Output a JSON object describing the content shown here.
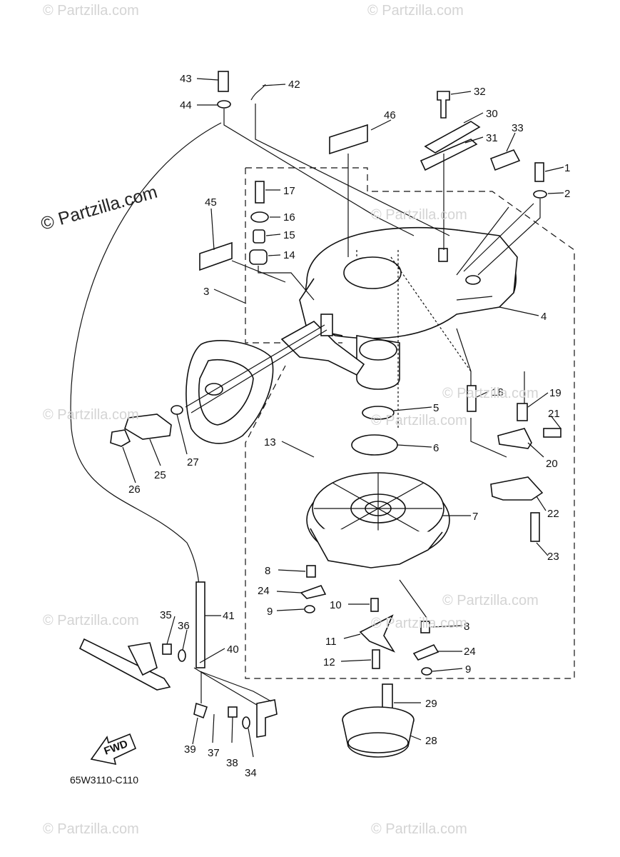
{
  "watermarks": [
    "© Partzilla.com",
    "© Partzilla.com",
    "© Partzilla.com",
    "© Partzilla.com",
    "© Partzilla.com",
    "© Partzilla.com",
    "© Partzilla.com",
    "© Partzilla.com",
    "© Partzilla.com",
    "© Partzilla.com",
    "© Partzilla.com"
  ],
  "watermark_large": "© Partzilla.com",
  "diagram_code": "65W3110-C110",
  "fwd_label": "FWD",
  "callouts": [
    "1",
    "2",
    "3",
    "4",
    "5",
    "6",
    "7",
    "8",
    "8",
    "9",
    "9",
    "10",
    "11",
    "12",
    "13",
    "14",
    "15",
    "16",
    "17",
    "18",
    "19",
    "20",
    "21",
    "22",
    "23",
    "24",
    "24",
    "25",
    "26",
    "27",
    "28",
    "29",
    "30",
    "31",
    "32",
    "33",
    "34",
    "35",
    "36",
    "37",
    "38",
    "39",
    "40",
    "41",
    "42",
    "43",
    "44",
    "45",
    "46"
  ]
}
